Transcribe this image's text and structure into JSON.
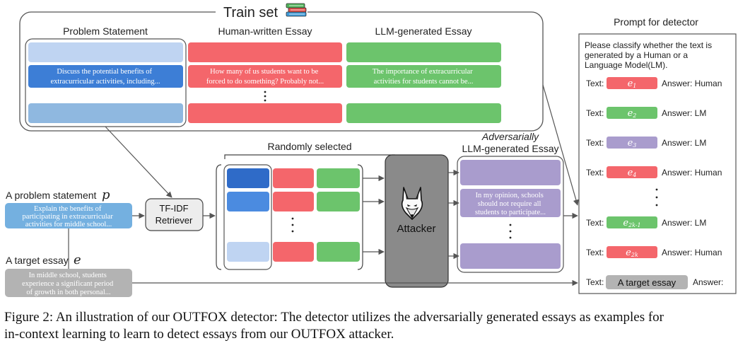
{
  "train_set": {
    "title": "Train set",
    "icon": "book-stack-icon",
    "columns": [
      "Problem Statement",
      "Human-written Essay",
      "LLM-generated Essay"
    ],
    "problem_text": [
      "Discuss the potential benefits of",
      "extracurricular activities, including..."
    ],
    "human_text": [
      "How many of us students want to be",
      "forced to do something? Probably not..."
    ],
    "llm_text": [
      "The importance of extracurricular",
      "activities for students cannot be..."
    ]
  },
  "inputs": {
    "problem_label": "A problem statement",
    "problem_symbol": "p",
    "problem_text": [
      "Explain the benefits of",
      "participating in extracurricular",
      "activities for middle school..."
    ],
    "essay_label": "A target essay",
    "essay_symbol": "e",
    "essay_text": [
      "In middle school, students",
      "experience a significant period",
      "of growth in both personal..."
    ]
  },
  "retriever": {
    "line1": "TF-IDF",
    "line2": "Retriever"
  },
  "selected": {
    "label": "Randomly selected"
  },
  "attacker": {
    "label": "Attacker",
    "icon": "fox-icon"
  },
  "adversarial": {
    "title1": "Adversarially",
    "title2": "LLM-generated Essay",
    "text": [
      "In my opinion, schools",
      "should not require all",
      "students to participate..."
    ]
  },
  "prompt": {
    "heading": "Prompt for detector",
    "instruction": [
      "Please classify whether the text is",
      "generated by a Human or a",
      "Language Model(LM)."
    ],
    "text_label": "Text:",
    "rows": [
      {
        "sym": "e",
        "sub": "1",
        "kind": "human",
        "answer": "Answer: Human"
      },
      {
        "sym": "e",
        "sub": "2",
        "kind": "llm",
        "answer": "Answer: LM"
      },
      {
        "sym": "e",
        "sub": "3",
        "kind": "adv",
        "answer": "Answer: LM"
      },
      {
        "sym": "e",
        "sub": "4",
        "kind": "human",
        "answer": "Answer: Human"
      },
      {
        "sym": "e",
        "sub": "2k-1",
        "kind": "llm",
        "answer": "Answer: LM"
      },
      {
        "sym": "e",
        "sub": "2k",
        "kind": "human",
        "answer": "Answer: Human"
      }
    ],
    "target_label": "A target essay",
    "target_answer": "Answer:"
  },
  "colors": {
    "human": "#f4666b",
    "llm": "#6cc46c",
    "adv": "#a99ccd",
    "problem_light": "#bfd4f2",
    "problem_mid": "#8fb8e0",
    "problem_blue": "#3d7ed6",
    "problem_dark": "#2f6bc8",
    "gray_box": "#b3b3b3",
    "attacker": "#8a8a8a"
  },
  "caption": [
    "Figure 2: An illustration of our OUTFOX detector: The detector utilizes the adversarially generated essays as examples for",
    "in-context learning to learn to detect essays from our OUTFOX attacker."
  ]
}
